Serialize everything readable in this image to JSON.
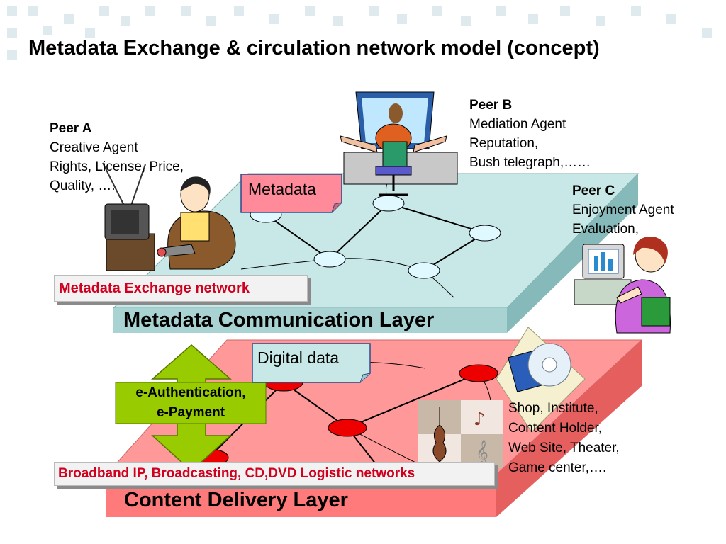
{
  "title": "Metadata Exchange & circulation network model (concept)",
  "peers": {
    "a": {
      "name": "Peer A",
      "lines": [
        "Creative Agent",
        "Rights, License, Price,",
        "Quality, …."
      ]
    },
    "b": {
      "name": "Peer B",
      "lines": [
        "Mediation Agent",
        "Reputation,",
        "Bush telegraph,……"
      ]
    },
    "c": {
      "name": "Peer C",
      "lines": [
        "Enjoyment Agent",
        "Evaluation,"
      ]
    }
  },
  "metadata_note": "Metadata",
  "digital_note": "Digital data",
  "metadata_exchange_label": "Metadata Exchange network",
  "communication_layer_title": "Metadata Communication Layer",
  "auth_label_line1": "e-Authentication,",
  "auth_label_line2": "e-Payment",
  "broadband_label": "Broadband IP, Broadcasting, CD,DVD Logistic networks",
  "delivery_layer_title": "Content Delivery Layer",
  "content_holders": [
    "Shop, Institute,",
    "Content Holder,",
    "Web Site, Theater,",
    "Game center,…."
  ],
  "colors": {
    "communication_layer": "#c8e8e8",
    "delivery_layer": "#ff9999",
    "metadata_node": "#e0f8ff",
    "delivery_node": "#ee0000",
    "arrow": "#99cc00",
    "label_red": "#d0001f"
  },
  "icons": [
    "tv-icon",
    "person-on-sofa-icon",
    "mediator-at-computer-icon",
    "woman-at-computer-icon",
    "cd-disc-icon",
    "music-instruments-icon"
  ]
}
